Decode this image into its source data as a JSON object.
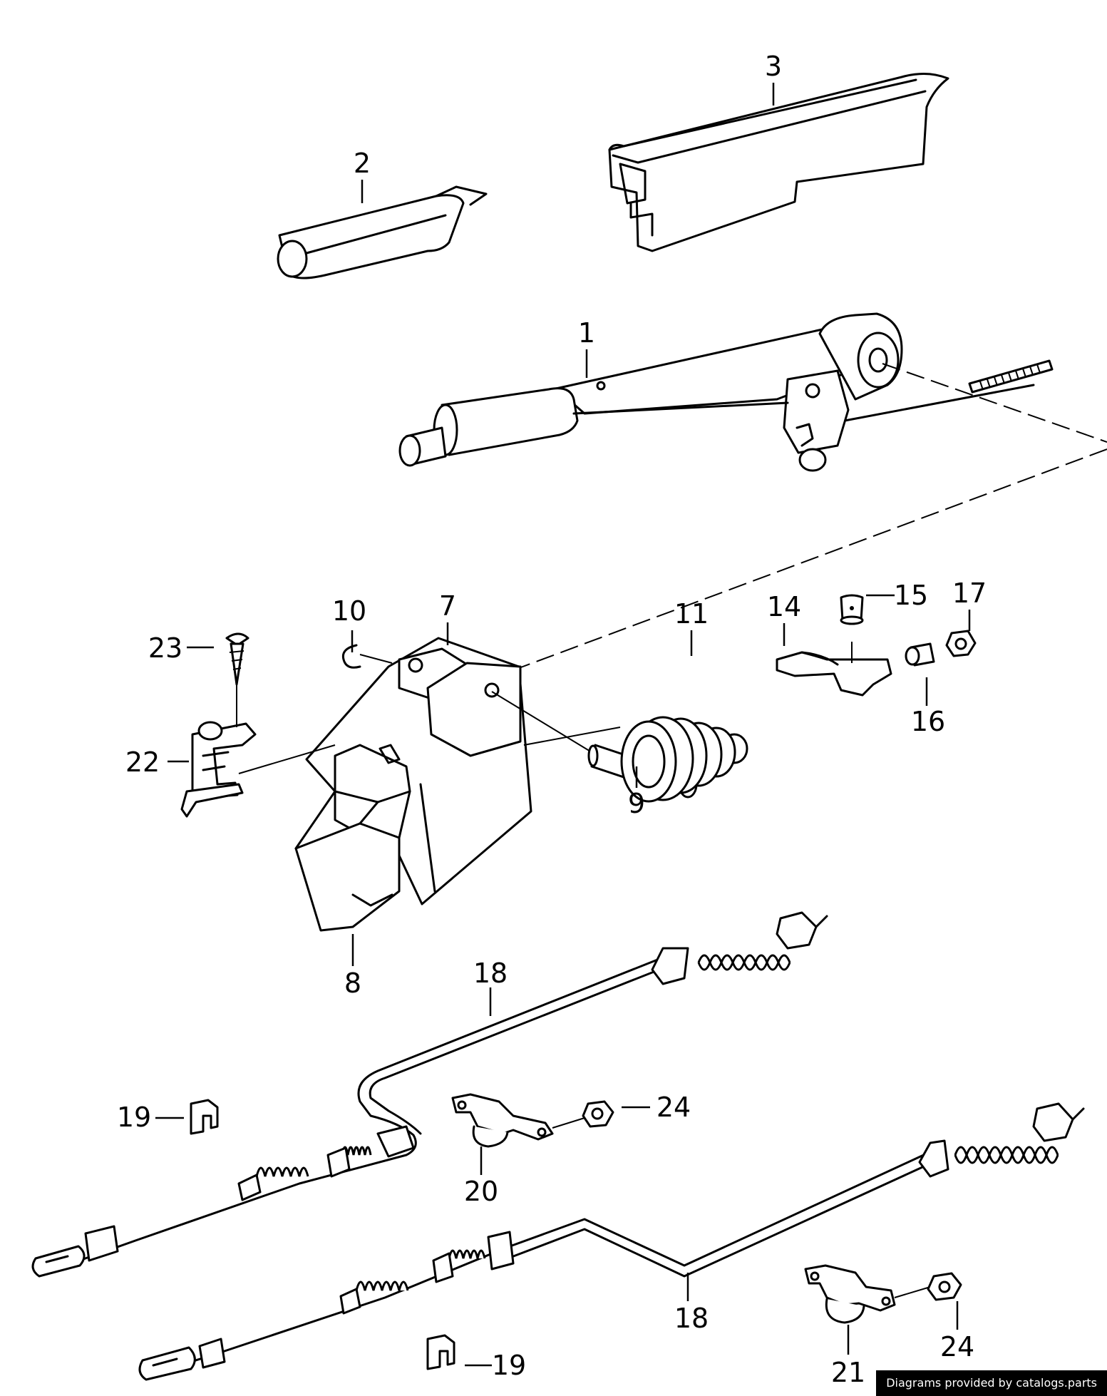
{
  "credit": "Diagrams provided by catalogs.parts",
  "callouts": {
    "c1": "1",
    "c2": "2",
    "c3": "3",
    "c7": "7",
    "c8": "8",
    "c9": "9",
    "c10": "10",
    "c11": "11",
    "c14": "14",
    "c15": "15",
    "c16": "16",
    "c17": "17",
    "c18a": "18",
    "c18b": "18",
    "c19a": "19",
    "c19b": "19",
    "c20": "20",
    "c21": "21",
    "c22": "22",
    "c23": "23",
    "c24a": "24",
    "c24b": "24"
  }
}
